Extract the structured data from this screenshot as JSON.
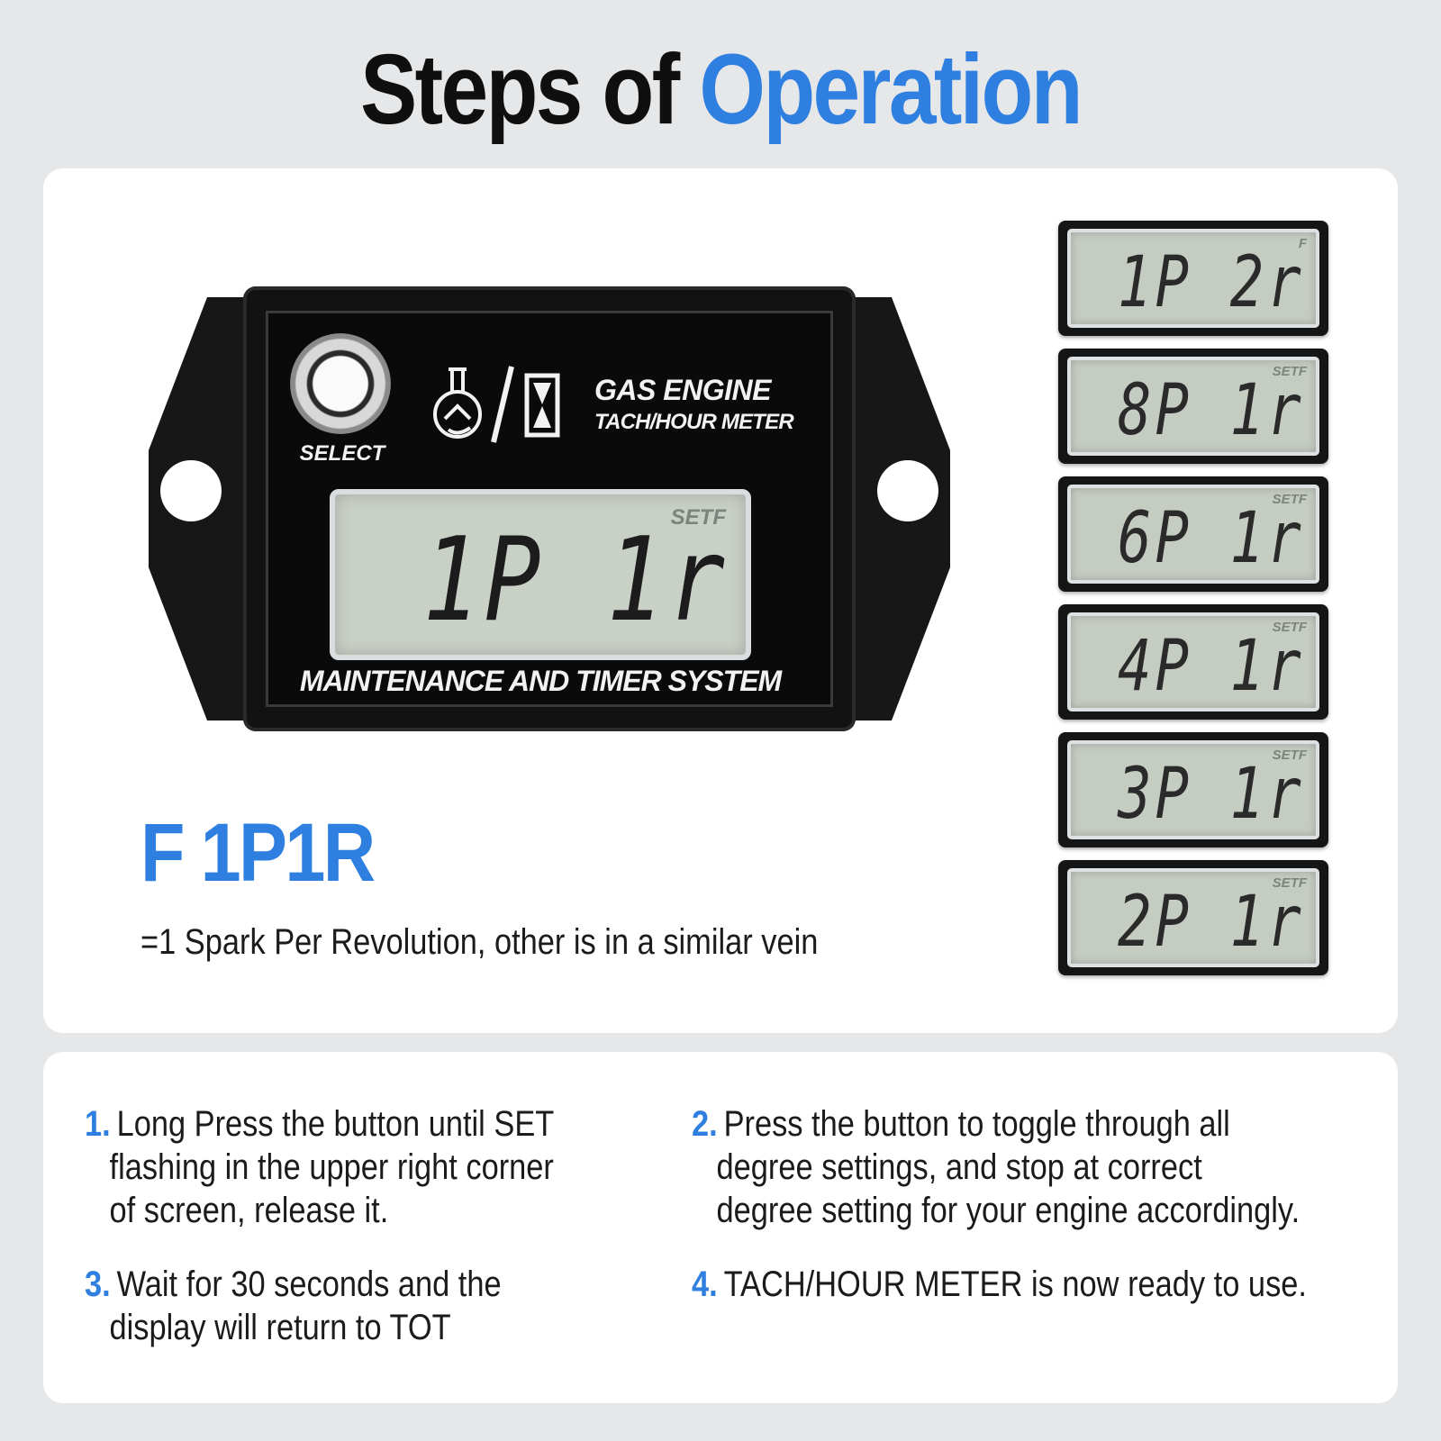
{
  "title": {
    "part1": "Steps of ",
    "part2": "Operation",
    "accent_color": "#2f7fe0"
  },
  "device": {
    "select_label": "SELECT",
    "brand_title": "GAS ENGINE",
    "brand_subtitle": "TACH/HOUR METER",
    "lcd_tag": "SETF",
    "lcd_value": "1P 1r",
    "footer_label": "MAINTENANCE AND TIMER SYSTEM",
    "icons": [
      "spark-plug-icon",
      "slash-icon",
      "hourglass-icon"
    ]
  },
  "mode": {
    "heading": "F 1P1R",
    "description": "=1 Spark Per Revolution, other is in a similar vein"
  },
  "lcd_options": [
    {
      "tag": "F",
      "value": "1P 2r"
    },
    {
      "tag": "SETF",
      "value": "8P 1r"
    },
    {
      "tag": "SETF",
      "value": "6P 1r"
    },
    {
      "tag": "SETF",
      "value": "4P 1r"
    },
    {
      "tag": "SETF",
      "value": "3P 1r"
    },
    {
      "tag": "SETF",
      "value": "2P 1r"
    }
  ],
  "steps": [
    {
      "num": "1.",
      "lines": [
        "Long Press the button until SET",
        "flashing in the upper right corner",
        "of screen, release it."
      ]
    },
    {
      "num": "2.",
      "lines": [
        "Press the button to toggle through all",
        "degree settings, and stop at correct",
        "degree setting for your engine accordingly."
      ]
    },
    {
      "num": "3.",
      "lines": [
        "Wait for 30 seconds and the",
        "display will return to TOT"
      ]
    },
    {
      "num": "4.",
      "lines": [
        "TACH/HOUR METER is now ready to use."
      ]
    }
  ]
}
